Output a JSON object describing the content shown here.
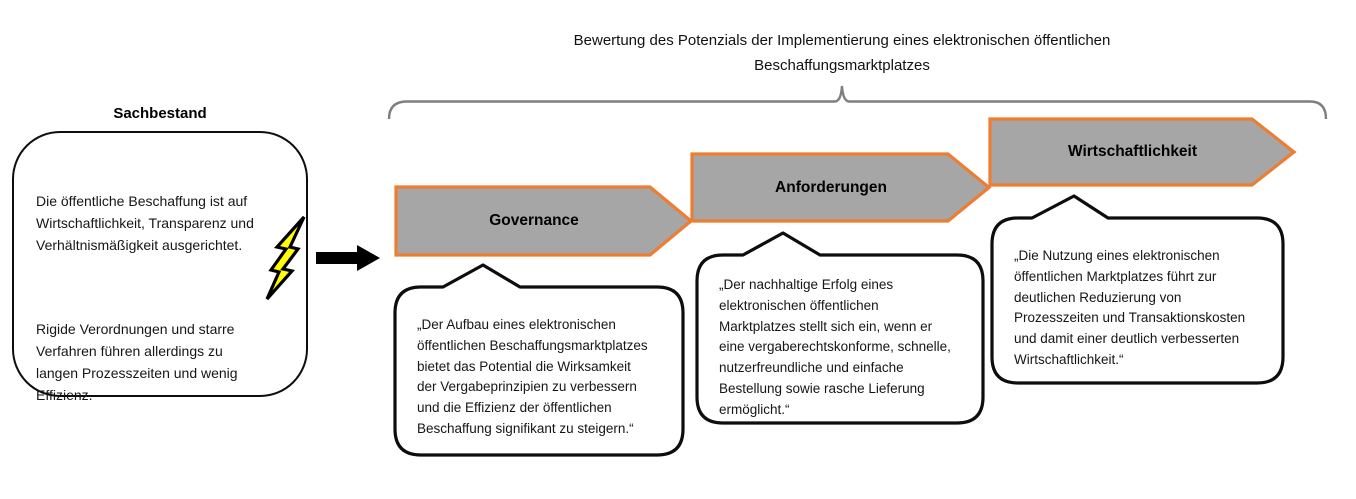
{
  "title": "Bewertung des Potenzials der Implementierung eines elektronischen öffentlichen\nBeschaffungsmarktplatzes",
  "sachbestand": {
    "heading": "Sachbestand",
    "paragraph1": "Die öffentliche Beschaffung ist auf\nWirtschaftlichkeit, Transparenz und\nVerhältnismäßigkeit ausgerichtet.",
    "paragraph2": "Rigide Verordnungen und starre\nVerfahren führen allerdings zu\nlangen Prozesszeiten und wenig\nEffizienz."
  },
  "stages": [
    {
      "label": "Governance",
      "quote": "„Der Aufbau eines elektronischen\nöffentlichen Beschaffungsmarktplatzes\nbietet das Potential die Wirksamkeit\nder Vergabeprinzipien zu verbessern\nund die Effizienz der öffentlichen\nBeschaffung signifikant zu steigern.“"
    },
    {
      "label": "Anforderungen",
      "quote": "„Der nachhaltige Erfolg eines\nelektronischen öffentlichen\nMarktplatzes stellt sich ein, wenn er\neine vergaberechtskonforme, schnelle,\nnutzerfreundliche und einfache\nBestellung sowie rasche Lieferung\nermöglicht.“"
    },
    {
      "label": "Wirtschaftlichkeit",
      "quote": "„Die Nutzung eines elektronischen\nöffentlichen Marktplatzes führt zur\ndeutlichen Reduzierung von\nProzesszeiten und Transaktionskosten\nund damit einer deutlich verbesserten\nWirtschaftlichkeit.“"
    }
  ],
  "icons": {
    "lightning": "lightning-bolt-icon",
    "arrow": "right-arrow-icon",
    "brace": "horizontal-brace"
  },
  "colors": {
    "chevron_fill": "#A6A6A6",
    "chevron_border": "#ED7D31",
    "bolt_fill": "#FFFF00",
    "brace": "#7F7F7F",
    "outline": "#0D0D0D"
  }
}
